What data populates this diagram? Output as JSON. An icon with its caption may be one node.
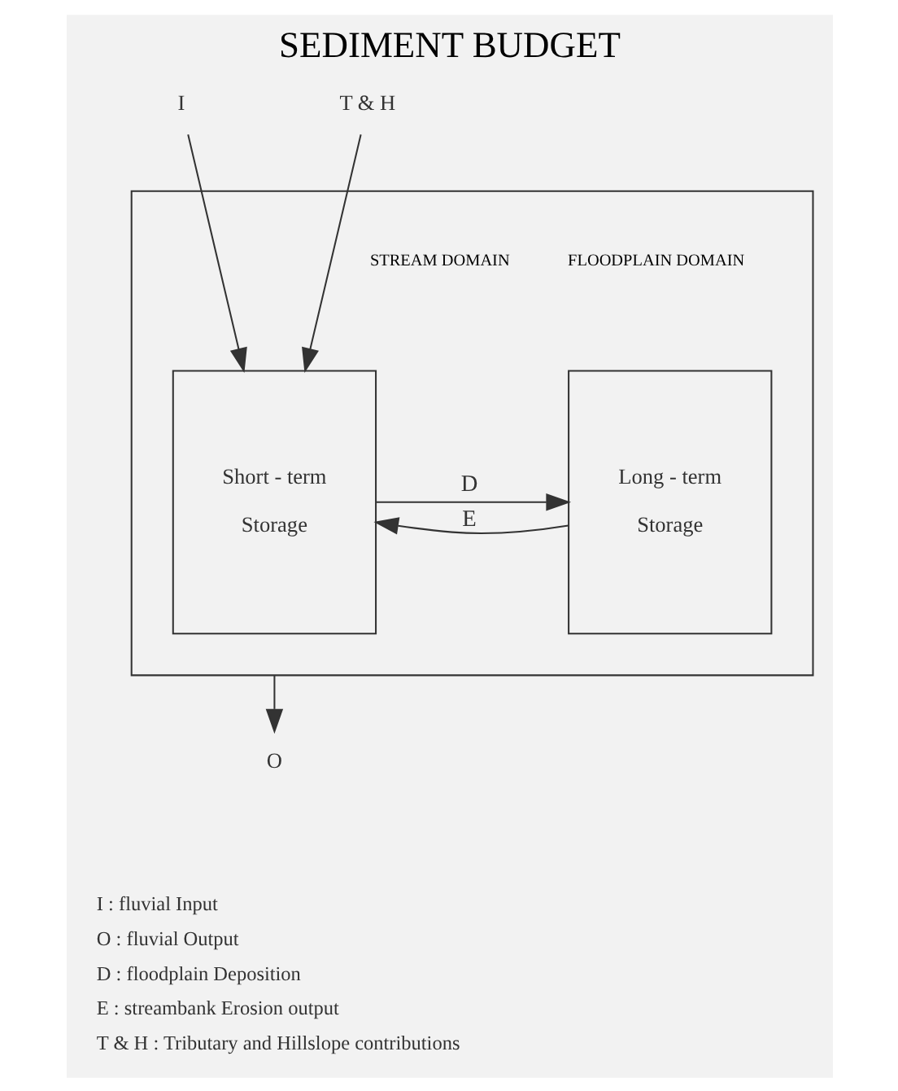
{
  "diagram": {
    "title": "SEDIMENT BUDGET",
    "nodes": [
      {
        "text": [
          "I"
        ]
      },
      {
        "text": [
          "STREAM DOMAIN",
          "FLOODPLAIN DOMAIN"
        ]
      },
      {
        "text": [
          "Short - term",
          "Storage"
        ],
        "in": 1
      },
      {
        "text": [
          "Long - term",
          "Storage"
        ],
        "in": 1
      },
      {
        "text": [
          "T & H"
        ]
      },
      {
        "text": [
          "O"
        ]
      }
    ],
    "edges": [
      {
        "from": 0,
        "to": 2,
        "arrow": "to"
      },
      {
        "from": 2,
        "to": 3,
        "label": "D",
        "arrow": "to"
      },
      {
        "from": 3,
        "to": 2,
        "label": "E",
        "arrow": "to"
      },
      {
        "from": 4,
        "to": 2,
        "arrow": "to"
      },
      {
        "from": 1,
        "to": 5,
        "arrow": "to"
      }
    ],
    "labels": [
      "I : fluvial Input",
      "O : fluvial Output",
      "D : floodplain Deposition",
      "E : streambank Erosion output",
      "T & H : Tributary and Hillslope contributions"
    ]
  }
}
